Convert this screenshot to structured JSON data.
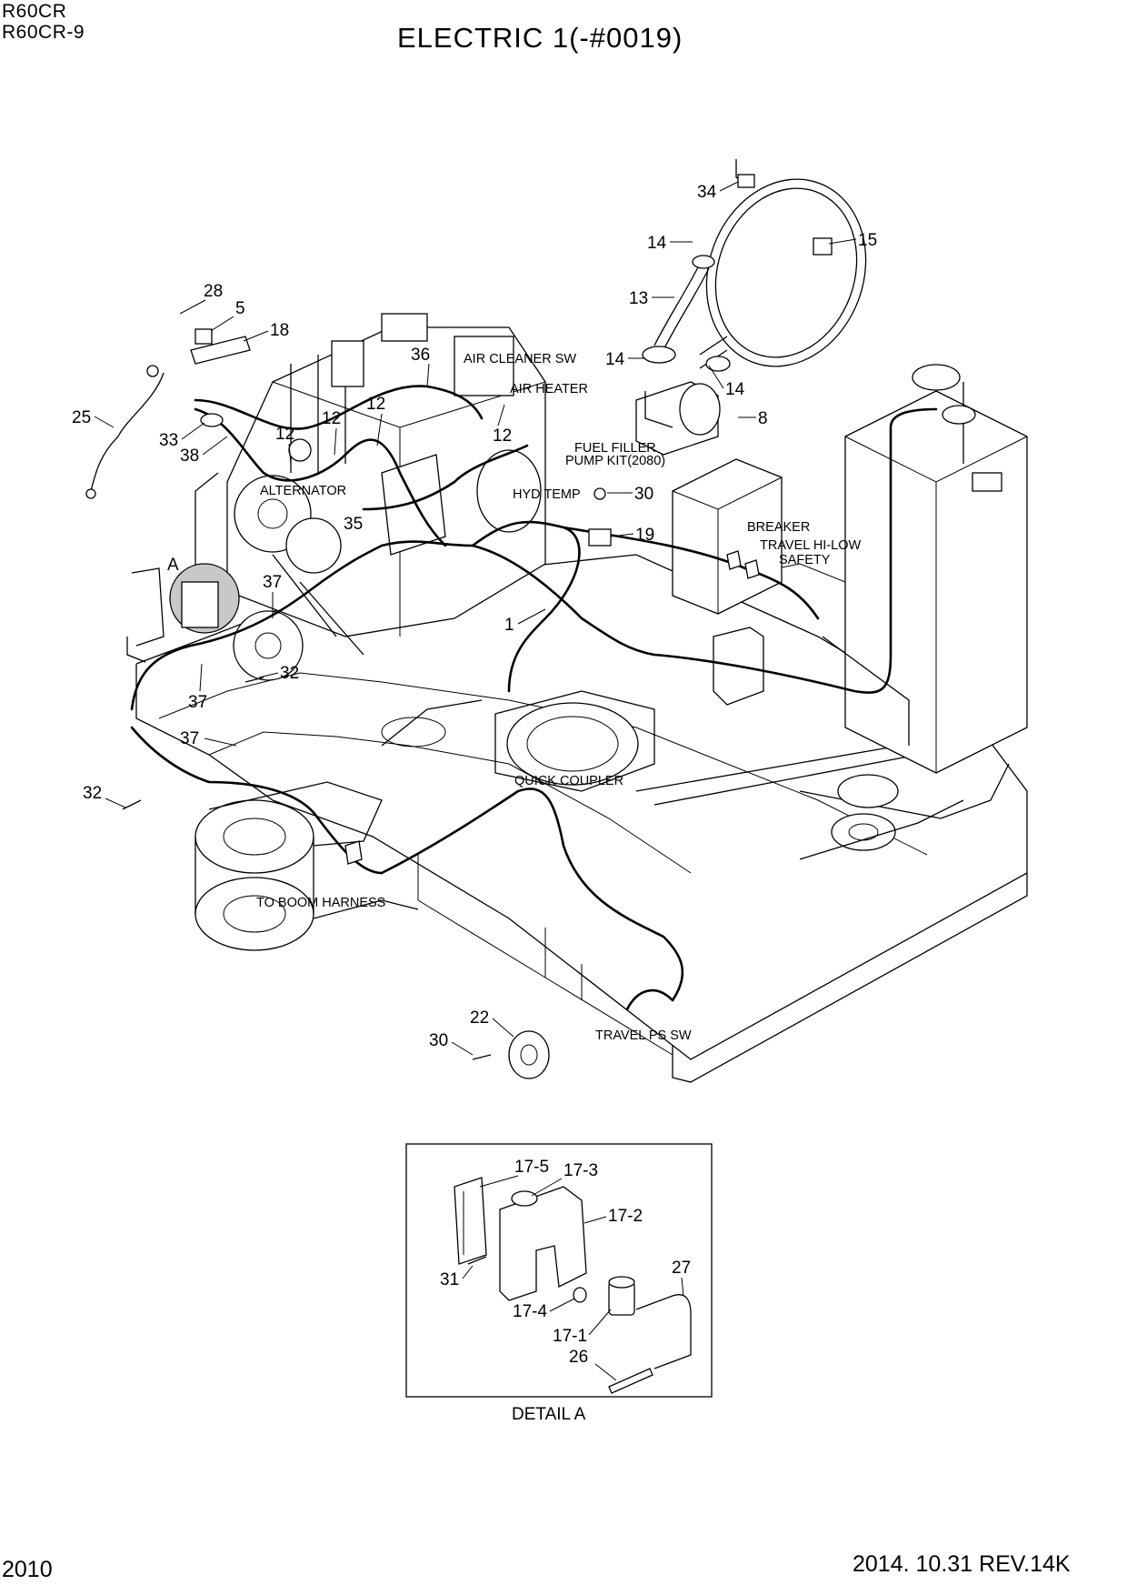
{
  "header": {
    "models": [
      "R60CR",
      "R60CR-9"
    ],
    "title": "ELECTRIC 1(-#0019)"
  },
  "footer": {
    "page_number": "2010",
    "date_revision": "2014. 10.31  REV.14K"
  },
  "callouts": [
    "34",
    "15",
    "14",
    "13",
    "14",
    "14",
    "8",
    "28",
    "5",
    "18",
    "25",
    "33",
    "38",
    "36",
    "12",
    "12",
    "12",
    "12",
    "30",
    "19",
    "35",
    "37",
    "32",
    "37",
    "37",
    "32",
    "1",
    "22",
    "30",
    "A"
  ],
  "labels": {
    "air_cleaner_sw": "AIR CLEANER SW",
    "air_heater": "AIR HEATER",
    "fuel_filler_1": "FUEL FILLER",
    "fuel_filler_2": "PUMP KIT(2080)",
    "alternator": "ALTERNATOR",
    "hyd_temp": "HYD TEMP",
    "breaker": "BREAKER",
    "travel_hi_low": "TRAVEL HI-LOW",
    "safety": "SAFETY",
    "quick_coupler": "QUICK COUPLER",
    "to_boom_harness": "TO BOOM HARNESS",
    "travel_ps_sw": "TRAVEL PS SW"
  },
  "detail": {
    "title": "DETAIL A",
    "callouts": [
      "17-5",
      "17-3",
      "17-2",
      "31",
      "27",
      "17-4",
      "17-1",
      "26"
    ]
  }
}
